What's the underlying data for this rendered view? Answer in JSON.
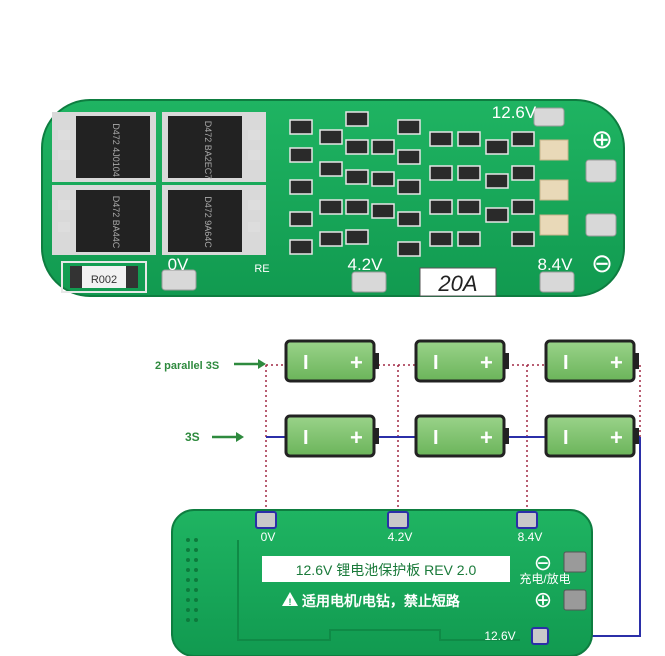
{
  "pcb_top": {
    "label_12v6": "12.6V",
    "label_0v": "0V",
    "label_4v2": "4.2V",
    "label_8v4": "8.4V",
    "label_20a": "20A",
    "label_r002": "R002",
    "label_re": "RE",
    "mosfet_1_code": "D472 4J0104",
    "mosfet_2_code": "D472 BA2EC7",
    "mosfet_3_code": "D472 BA44C",
    "mosfet_4_code": "D472 9A64C",
    "plus_symbol": "⊕",
    "minus_symbol": "⊖"
  },
  "diagram": {
    "label_parallel": "2 parallel 3S",
    "label_3s": "3S",
    "battery_minus": "I",
    "battery_plus": "+"
  },
  "pcb_bottom": {
    "label_0v": "0V",
    "label_4v2": "4.2V",
    "label_8v4": "8.4V",
    "label_12v6": "12.6V",
    "title": "12.6V 锂电池保护板 REV 2.0",
    "warning": "适用电机/电钻，禁止短路",
    "charge_discharge": "充电/放电",
    "plus_symbol": "⊕",
    "minus_symbol": "⊖"
  },
  "colors": {
    "pcb_green": "#17a45a",
    "battery_green": "#7dc36a",
    "wire_blue": "#2b2fa8",
    "dotted_red": "#b0283a",
    "label_green": "#2e8a3e"
  }
}
